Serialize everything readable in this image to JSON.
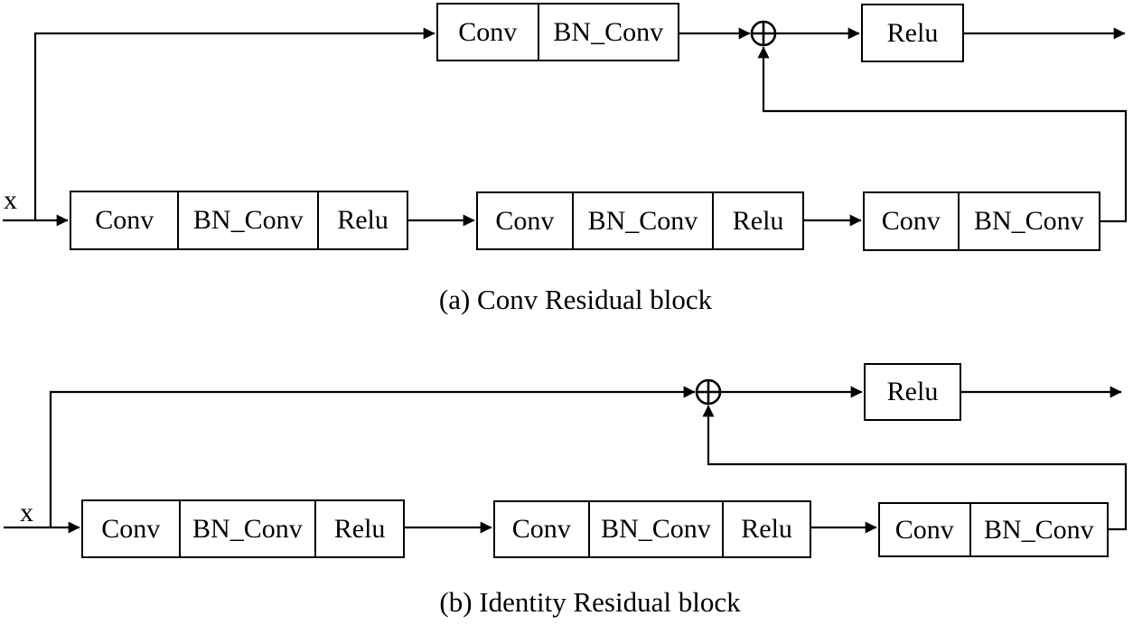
{
  "figure": {
    "colors": {
      "line": "#000000",
      "background": "#ffffff",
      "text": "#000000"
    },
    "panel_a": {
      "caption": "(a) Conv Residual block",
      "input_label": "x",
      "sum_icon": "circle-plus",
      "shortcut_branch": {
        "conv_block": {
          "cells": [
            "Conv",
            "BN_Conv"
          ]
        }
      },
      "relu_box": "Relu",
      "main_branch": [
        {
          "cells": [
            "Conv",
            "BN_Conv",
            "Relu"
          ]
        },
        {
          "cells": [
            "Conv",
            "BN_Conv",
            "Relu"
          ]
        },
        {
          "cells": [
            "Conv",
            "BN_Conv"
          ]
        }
      ]
    },
    "panel_b": {
      "caption": "(b) Identity Residual block",
      "input_label": "x",
      "sum_icon": "circle-plus",
      "relu_box": "Relu",
      "main_branch": [
        {
          "cells": [
            "Conv",
            "BN_Conv",
            "Relu"
          ]
        },
        {
          "cells": [
            "Conv",
            "BN_Conv",
            "Relu"
          ]
        },
        {
          "cells": [
            "Conv",
            "BN_Conv"
          ]
        }
      ]
    }
  }
}
